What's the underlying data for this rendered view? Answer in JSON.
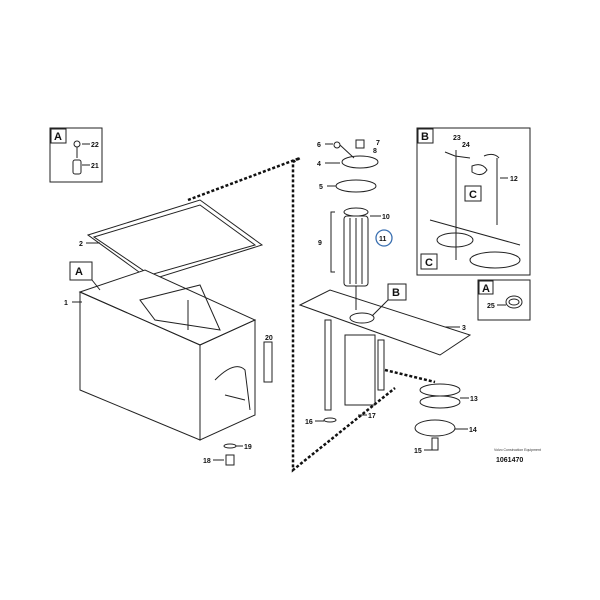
{
  "detail_labels": {
    "A": "A",
    "B": "B",
    "C": "C"
  },
  "part_numbers": {
    "p1": "1",
    "p2": "2",
    "p3": "3",
    "p4": "4",
    "p5": "5",
    "p6": "6",
    "p7": "7",
    "p8": "8",
    "p9": "9",
    "p10": "10",
    "p11": "11",
    "p12": "12",
    "p13": "13",
    "p14": "14",
    "p15": "15",
    "p16": "16",
    "p17": "17",
    "p18": "18",
    "p19": "19",
    "p20": "20",
    "p21": "21",
    "p22": "22",
    "p23": "23",
    "p24": "24",
    "p25": "25"
  },
  "footer": {
    "brand": "Volvo Construction Equipment",
    "drawing_number": "1061470"
  },
  "colors": {
    "highlight": "#3a6fb0",
    "line": "#222222"
  }
}
